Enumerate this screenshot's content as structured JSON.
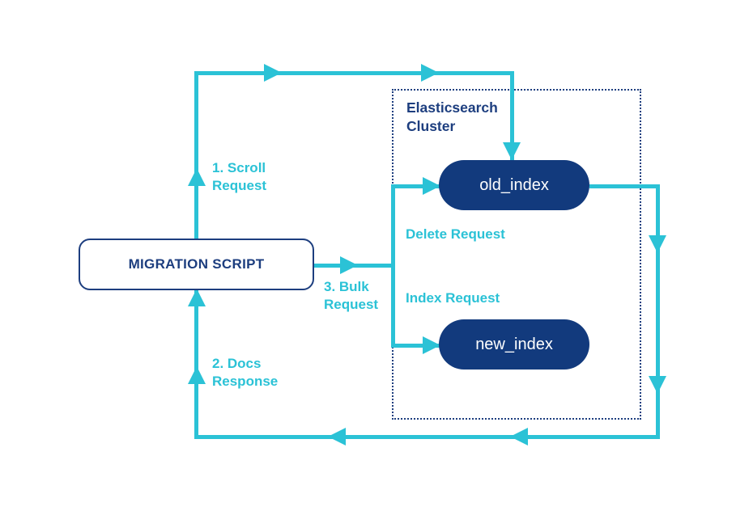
{
  "colors": {
    "accent_cyan": "#2bc2d6",
    "navy": "#1d3e7f",
    "pill_fill": "#123a7d",
    "background": "#ffffff"
  },
  "nodes": {
    "migration_script": {
      "label": "MIGRATION SCRIPT"
    },
    "cluster": {
      "title_line1": "Elasticsearch",
      "title_line2": "Cluster"
    },
    "old_index": {
      "label": "old_index"
    },
    "new_index": {
      "label": "new_index"
    }
  },
  "edge_labels": {
    "scroll_request": {
      "line1": "1. Scroll",
      "line2": "Request"
    },
    "docs_response": {
      "line1": "2. Docs",
      "line2": "Response"
    },
    "bulk_request": {
      "line1": "3. Bulk",
      "line2": "Request"
    },
    "delete_request": {
      "label": "Delete Request"
    },
    "index_request": {
      "label": "Index Request"
    }
  }
}
